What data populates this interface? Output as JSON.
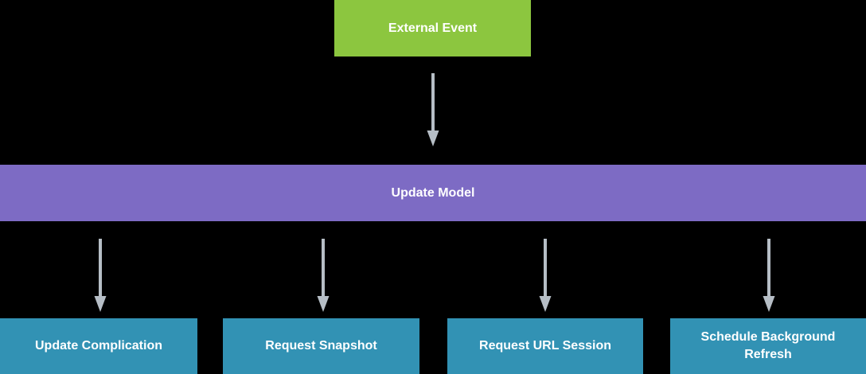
{
  "diagram": {
    "background_color": "#000000",
    "arrow_color": "#b6bec6",
    "text_color": "#ffffff",
    "nodes": {
      "external_event": {
        "label": "External Event",
        "color": "#8cc63f"
      },
      "update_model": {
        "label": "Update Model",
        "color": "#7d6bc4"
      },
      "update_complication": {
        "label": "Update Complication",
        "color": "#3292b4"
      },
      "request_snapshot": {
        "label": "Request Snapshot",
        "color": "#3292b4"
      },
      "request_url_session": {
        "label": "Request URL Session",
        "color": "#3292b4"
      },
      "schedule_background_refresh": {
        "label": "Schedule Background Refresh",
        "color": "#3292b4"
      }
    },
    "edges": [
      {
        "from": "external_event",
        "to": "update_model"
      },
      {
        "from": "update_model",
        "to": "update_complication"
      },
      {
        "from": "update_model",
        "to": "request_snapshot"
      },
      {
        "from": "update_model",
        "to": "request_url_session"
      },
      {
        "from": "update_model",
        "to": "schedule_background_refresh"
      }
    ]
  }
}
